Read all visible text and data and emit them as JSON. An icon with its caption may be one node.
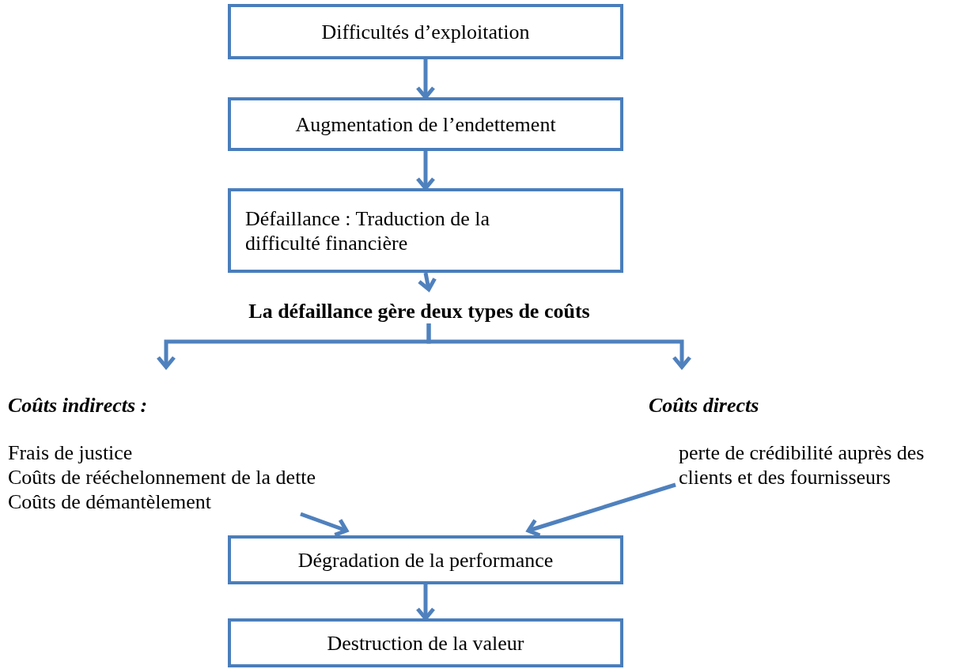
{
  "diagram": {
    "nodes": [
      {
        "text": [
          "Difficultés d’exploitation"
        ]
      },
      {
        "text": [
          "Augmentation de l’endettement"
        ]
      },
      {
        "text": [
          "Défaillance : Traduction de la difficulté financière"
        ]
      },
      {
        "text": [
          "La défaillance gère deux types de coûts"
        ]
      },
      {
        "text": [
          "Coûts indirects :"
        ]
      },
      {
        "text": [
          "Frais de justice",
          "Coûts de rééchelonnement de la dette",
          "Coûts de démantèlement"
        ]
      },
      {
        "text": [
          "Coûts directs"
        ]
      },
      {
        "text": [
          "perte de crédibilité auprès des clients et des fournisseurs"
        ]
      },
      {
        "text": [
          "Dégradation de la performance"
        ]
      },
      {
        "text": [
          "Destruction de la valeur"
        ]
      }
    ],
    "edges": [
      {
        "from": 0,
        "to": 1,
        "arrow": "to"
      },
      {
        "from": 1,
        "to": 2,
        "arrow": "to"
      },
      {
        "from": 2,
        "to": 3,
        "arrow": "to"
      },
      {
        "from": 3,
        "to": 4,
        "arrow": "to"
      },
      {
        "from": 3,
        "to": 6,
        "arrow": "to"
      },
      {
        "from": 5,
        "to": 8,
        "arrow": "to"
      },
      {
        "from": 7,
        "to": 8,
        "arrow": "to"
      },
      {
        "from": 8,
        "to": 9,
        "arrow": "to"
      }
    ]
  }
}
